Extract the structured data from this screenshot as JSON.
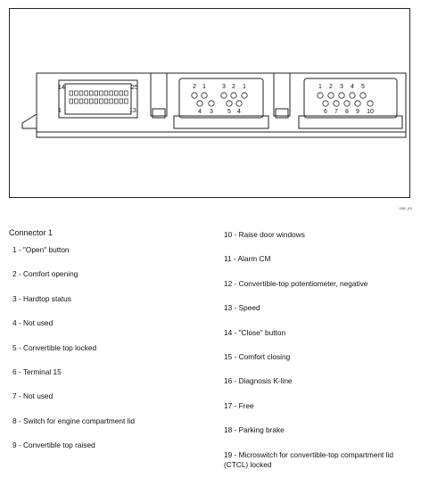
{
  "figure": {
    "ref": "158_93",
    "connector_a": {
      "top_left": "14",
      "top_right": "25",
      "bottom_left": "1",
      "bottom_right": "13"
    },
    "connector_b": {
      "top": [
        "2",
        "1",
        "3",
        "2",
        "1"
      ],
      "bottom": [
        "4",
        "3",
        "5",
        "4"
      ]
    },
    "connector_c": {
      "top": [
        "1",
        "2",
        "3",
        "4",
        "5"
      ],
      "bottom": [
        "6",
        "7",
        "8",
        "9",
        "10"
      ]
    }
  },
  "legend": {
    "title": "Connector 1",
    "left": [
      "1 - \"Open\" button",
      "2 - Comfort opening",
      "3 - Hardtop status",
      "4 - Not used",
      "5 - Convertible top locked",
      "6 - Terminal 15",
      "7 - Not used",
      "8 - Switch for engine compartment lid",
      "9 - Convertible top raised"
    ],
    "right": [
      "10 - Raise door windows",
      "11 - Alarm CM",
      "12 - Convertible-top potentiometer, negative",
      "13 - Speed",
      "14 - \"Close\" button",
      "15 - Comfort closing",
      "16 - Diagnosis K-line",
      "17 - Free",
      "18 - Parking brake",
      "19 - Microswitch for convertible-top compartment lid (CTCL) locked"
    ]
  }
}
